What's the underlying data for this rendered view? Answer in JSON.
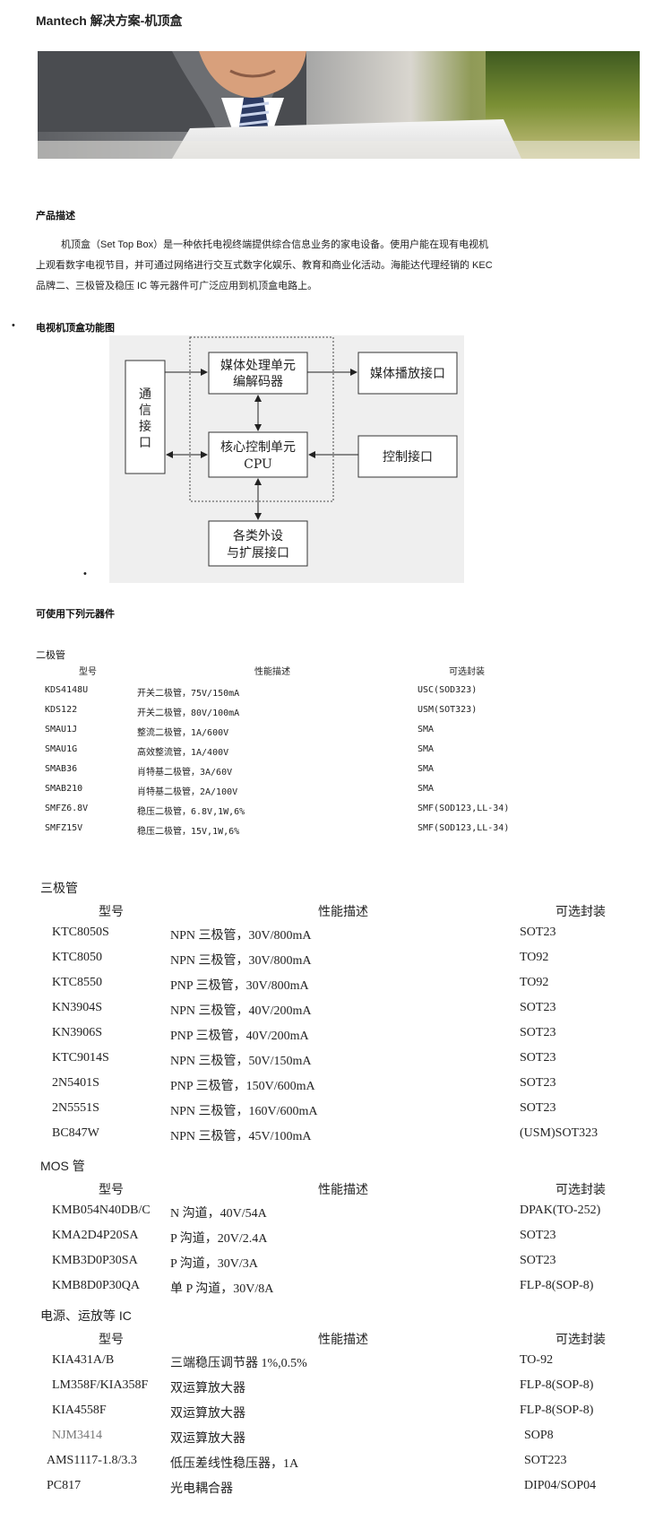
{
  "page_title": "Mantech 解决方案-机顶盒",
  "product_desc": {
    "heading": "产品描述",
    "lines": [
      "机顶盒（Set Top Box）是一种依托电视终端提供综合信息业务的家电设备。使用户能在现有电视机",
      "上观看数字电视节目，并可通过网络进行交互式数字化娱乐、教育和商业化活动。海能达代理经销的 KEC",
      "品牌二、三极管及稳压 IC 等元器件可广泛应用到机顶盒电路上。"
    ]
  },
  "diagram": {
    "heading": "电视机顶盒功能图",
    "boxes": {
      "comm": [
        "通",
        "信",
        "接",
        "口"
      ],
      "media_unit": [
        "媒体处理单元",
        "编解码器"
      ],
      "media_out": "媒体播放接口",
      "core": [
        "核心控制单元",
        "CPU"
      ],
      "control": "控制接口",
      "peripheral": [
        "各类外设",
        "与扩展接口"
      ]
    }
  },
  "components_heading": "可使用下列元器件",
  "diodes": {
    "title": "二极管",
    "headers": [
      "型号",
      "性能描述",
      "可选封装"
    ],
    "rows": [
      [
        "KDS4148U",
        "开关二极管，75V/150mA",
        "USC(SOD323)"
      ],
      [
        "KDS122",
        "开关二极管，80V/100mA",
        "USM(SOT323)"
      ],
      [
        "SMAU1J",
        "整流二极管，1A/600V",
        "SMA"
      ],
      [
        "SMAU1G",
        "高效整流管，1A/400V",
        "SMA"
      ],
      [
        "SMAB36",
        "肖特基二极管，3A/60V",
        "SMA"
      ],
      [
        "SMAB210",
        "肖特基二极管，2A/100V",
        "SMA"
      ],
      [
        "SMFZ6.8V",
        "稳压二极管，6.8V,1W,6%",
        "SMF(SOD123,LL-34)"
      ],
      [
        "SMFZ15V",
        "稳压二极管，15V,1W,6%",
        "SMF(SOD123,LL-34)"
      ]
    ]
  },
  "transistors": {
    "title": "三极管",
    "headers": [
      "型号",
      "性能描述",
      "可选封装"
    ],
    "rows": [
      [
        "KTC8050S",
        "NPN 三极管，30V/800mA",
        "SOT23"
      ],
      [
        "KTC8050",
        "NPN 三极管，30V/800mA",
        "TO92"
      ],
      [
        "KTC8550",
        "PNP 三极管，30V/800mA",
        "TO92"
      ],
      [
        "KN3904S",
        "NPN 三极管，40V/200mA",
        "SOT23"
      ],
      [
        "KN3906S",
        "PNP 三极管，40V/200mA",
        "SOT23"
      ],
      [
        "KTC9014S",
        "NPN 三极管，50V/150mA",
        "SOT23"
      ],
      [
        "2N5401S",
        "PNP 三极管，150V/600mA",
        "SOT23"
      ],
      [
        "2N5551S",
        "NPN 三极管，160V/600mA",
        "SOT23"
      ],
      [
        "BC847W",
        "NPN 三极管，45V/100mA",
        "(USM)SOT323"
      ]
    ]
  },
  "mos": {
    "title": "MOS 管",
    "headers": [
      "型号",
      "性能描述",
      "可选封装"
    ],
    "rows": [
      [
        "KMB054N40DB/C",
        "N 沟道，40V/54A",
        "DPAK(TO-252)"
      ],
      [
        "KMA2D4P20SA",
        "P 沟道，20V/2.4A",
        "SOT23"
      ],
      [
        "KMB3D0P30SA",
        "P 沟道，30V/3A",
        "SOT23"
      ],
      [
        "KMB8D0P30QA",
        "单 P 沟道，30V/8A",
        "FLP-8(SOP-8)"
      ]
    ]
  },
  "ics": {
    "title": "电源、运放等 IC",
    "headers": [
      "型号",
      "性能描述",
      "可选封装"
    ],
    "rows": [
      [
        "KIA431A/B",
        "三端稳压调节器 1%,0.5%",
        "TO-92"
      ],
      [
        "LM358F/KIA358F",
        "双运算放大器",
        "FLP-8(SOP-8)"
      ],
      [
        "KIA4558F",
        "双运算放大器",
        "FLP-8(SOP-8)"
      ],
      [
        "NJM3414",
        "双运算放大器",
        "SOP8"
      ],
      [
        "AMS1117-1.8/3.3",
        "低压差线性稳压器，1A",
        "SOT223"
      ],
      [
        "PC817",
        "光电耦合器",
        "DIP04/SOP04"
      ]
    ]
  }
}
